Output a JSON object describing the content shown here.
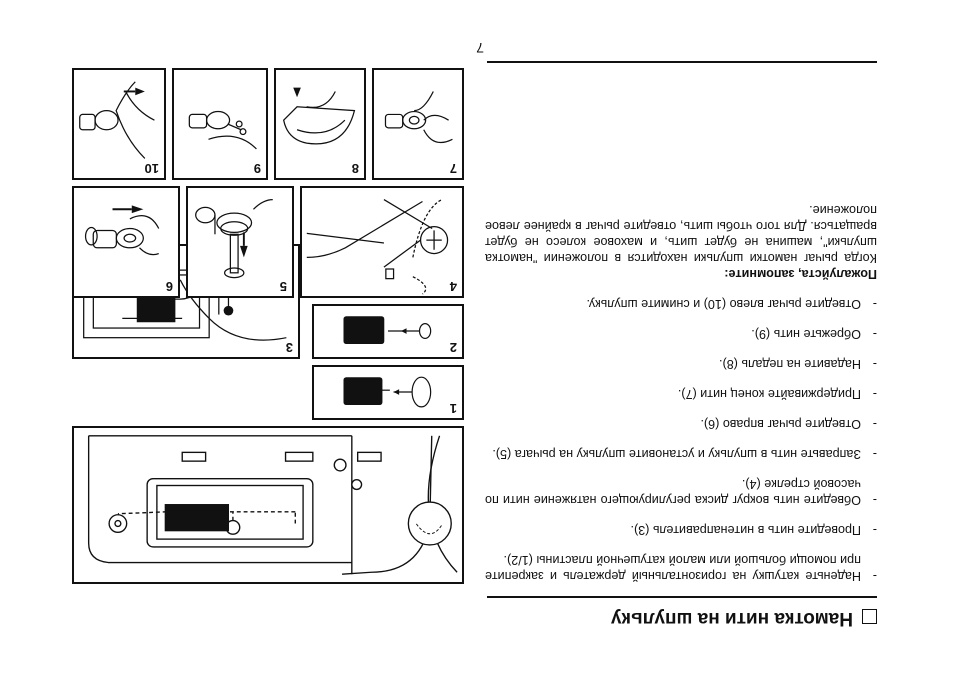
{
  "title": "Намотка нити на шпульку",
  "page_number": "7",
  "steps": [
    "Наденьте катушку на горизонтальный держатель и закрепите при помощи большой или малой катушечной пластины (1/2).",
    "Проведите нить в нитенаправитель (3).",
    "Обведите нить вокруг диска регулирующего натяжение нити по часовой стрелке (4).",
    "Заправьте нить в шпульку и установите шпульку на рычага (5).",
    "Отведите рычаг вправо (6).",
    "Придерживайте конец нити (7).",
    "Надавите на педаль (8).",
    "Обрежьте нить (9).",
    "Отведите рычаг влево (10) и снимите шпульку."
  ],
  "note": {
    "heading": "Пожалуйста, запомните:",
    "text": "Когда рычаг намотки шпульки находится в положении \"намотка шпульки\", машина не будет шить, и маховое колесо не будет вращаться. Для того чтобы шить, отведите рычаг в крайнее левое положение."
  },
  "figure_labels": [
    "1",
    "2",
    "3",
    "4",
    "5",
    "6",
    "7",
    "8",
    "9",
    "10"
  ]
}
